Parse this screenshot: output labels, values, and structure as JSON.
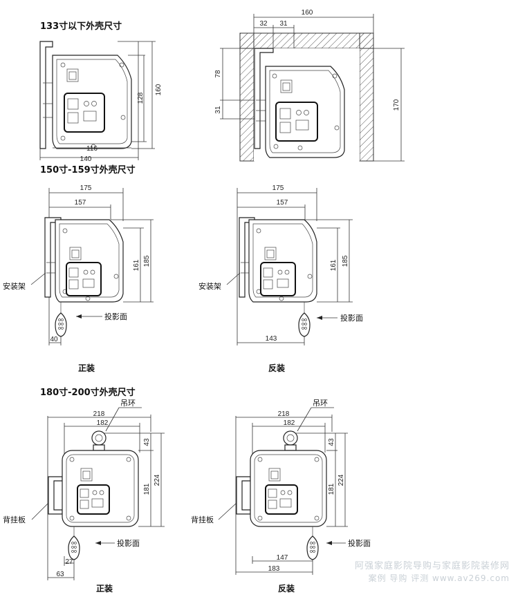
{
  "sections": [
    {
      "title": "133寸以下外壳尺寸"
    },
    {
      "title": "150寸-159寸外壳尺寸"
    },
    {
      "title": "180寸-200寸外壳尺寸"
    }
  ],
  "s1": {
    "left": {
      "w140": "140",
      "w116": "116",
      "h128": "128",
      "h160": "160"
    },
    "right": {
      "w160": "160",
      "w32": "32",
      "w31": "31",
      "h78": "78",
      "h31": "31",
      "h170": "170"
    }
  },
  "s2": {
    "left": {
      "w175": "175",
      "w157": "157",
      "h161": "161",
      "h185": "185",
      "w40": "40",
      "bracket_label": "安装架",
      "screen_label": "投影面",
      "caption": "正装"
    },
    "right": {
      "w175": "175",
      "w157": "157",
      "h161": "161",
      "h185": "185",
      "w143": "143",
      "bracket_label": "安装架",
      "screen_label": "投影面",
      "caption": "反装"
    }
  },
  "s3": {
    "left": {
      "w218": "218",
      "w182": "182",
      "h43": "43",
      "h181": "181",
      "h224": "224",
      "w27": "27",
      "w63": "63",
      "ring_label": "吊环",
      "plate_label": "背挂板",
      "screen_label": "投影面",
      "caption": "正装"
    },
    "right": {
      "w218": "218",
      "w182": "182",
      "h43": "43",
      "h181": "181",
      "h224": "224",
      "w147": "147",
      "w183": "183",
      "ring_label": "吊环",
      "plate_label": "背挂板",
      "screen_label": "投影面",
      "caption": "反装"
    }
  },
  "watermark": {
    "line1": "阿强家庭影院导购与家庭影院装修网",
    "line2": "案例 导购 评测 www.av269.com"
  }
}
